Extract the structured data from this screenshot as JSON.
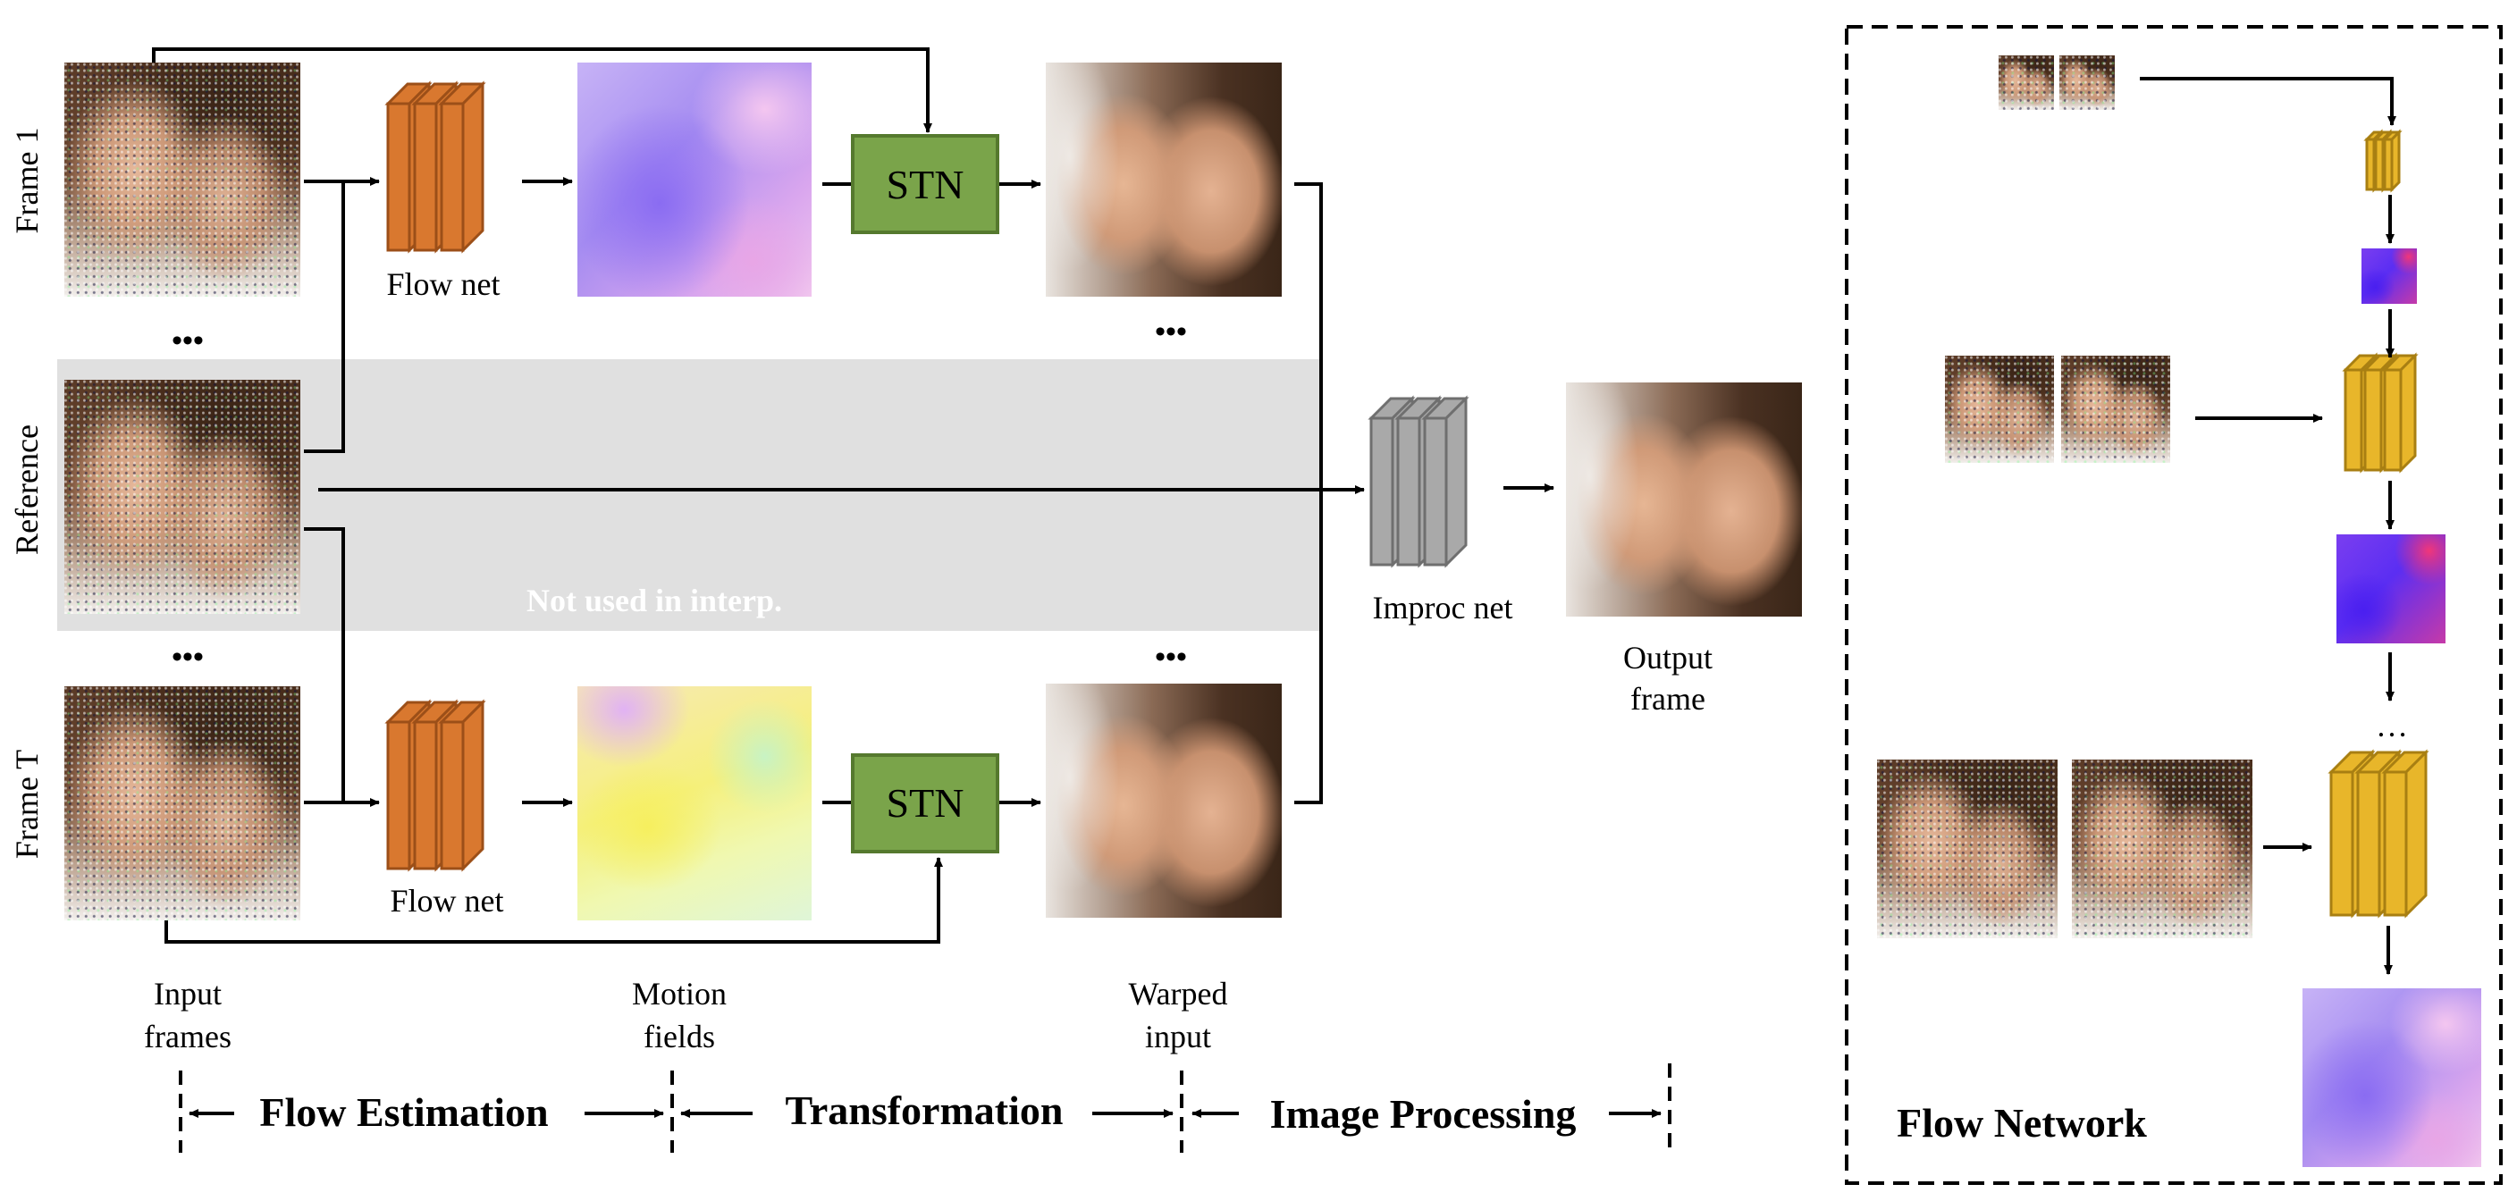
{
  "side_labels": {
    "frame_1": "Frame 1",
    "reference": "Reference",
    "frame_t": "Frame T"
  },
  "module_labels": {
    "flow_net_top": "Flow net",
    "flow_net_bottom": "Flow net",
    "stn_top": "STN",
    "stn_bottom": "STN",
    "improc_net": "Improc net",
    "output_frame_line1": "Output",
    "output_frame_line2": "frame"
  },
  "ellipses": {
    "input_top": "•••",
    "input_bottom": "•••",
    "warped_top": "•••",
    "warped_bottom": "•••",
    "flow_network": "…"
  },
  "reference_band_note": "Not used in interp.",
  "column_labels": {
    "input_frames_line1": "Input",
    "input_frames_line2": "frames",
    "motion_fields_line1": "Motion",
    "motion_fields_line2": "fields",
    "warped_input_line1": "Warped",
    "warped_input_line2": "input"
  },
  "stages": {
    "flow_estimation": "Flow Estimation",
    "transformation": "Transformation",
    "image_processing": "Image Processing"
  },
  "flow_network_title": "Flow Network",
  "colors": {
    "flow_net_orange": "#d9782f",
    "flow_net_orange_dark": "#9c4f18",
    "stn_green": "#7aa44a",
    "stn_green_dark": "#55792e",
    "improc_gray": "#a9a9a9",
    "improc_gray_dark": "#6f6f6f",
    "flow_network_yellow": "#e8b62a",
    "flow_network_yellow_dark": "#a87f12",
    "reference_band": "#e0e0e0",
    "arrow": "#000000"
  },
  "icons": {
    "conv_block": "stacked-3d-layers-icon",
    "arrow": "arrow-right-icon"
  }
}
